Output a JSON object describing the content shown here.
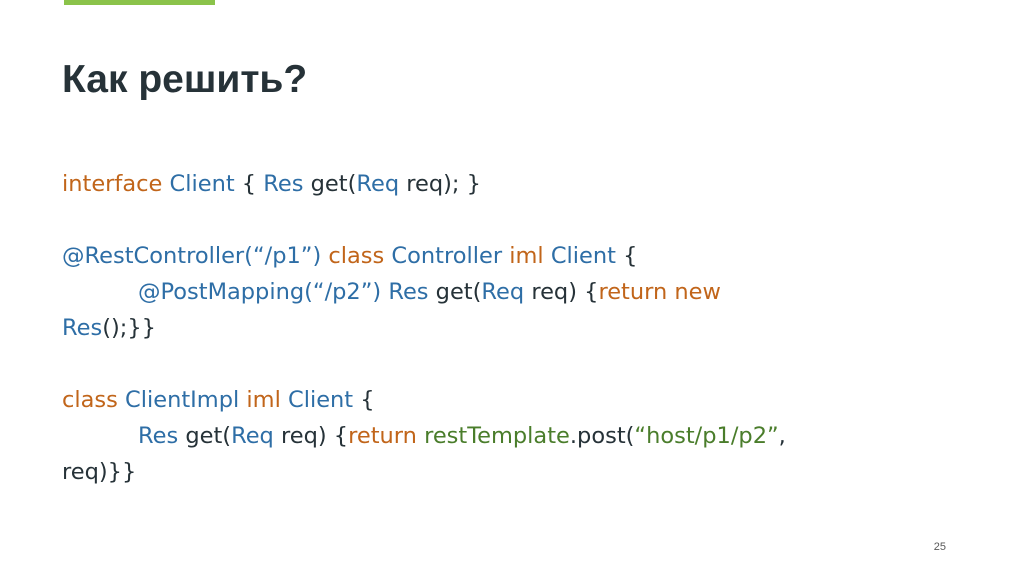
{
  "slide": {
    "title": "Как решить?",
    "page_number": "25",
    "accent_color": "#8bc34a"
  },
  "code": {
    "line1": {
      "t1": "interface",
      "t2": " Client",
      "t3": " {  ",
      "t4": "Res",
      "t5": " get(",
      "t6": "Req",
      "t7": " req); }"
    },
    "line2": {
      "t1": "@RestController(“/p1”)",
      "t2": " class",
      "t3": " Controller",
      "t4": " iml",
      "t5": " Client",
      "t6": " {"
    },
    "line3": {
      "t1": "@PostMapping(“/p2”)",
      "t2": " Res",
      "t3": " get(",
      "t4": "Req",
      "t5": " req) {",
      "t6": "return",
      "t7": " new"
    },
    "line4": {
      "t1": "Res",
      "t2": "();}}"
    },
    "line5": {
      "t1": "class",
      "t2": " ClientImpl",
      "t3": "  iml",
      "t4": " Client",
      "t5": " {"
    },
    "line6": {
      "t1": "Res",
      "t2": " get(",
      "t3": "Req",
      "t4": " req) {",
      "t5": "return",
      "t6": " restTemplate",
      "t7": ".post(",
      "t8": "“host/p1/p2”",
      "t9": ","
    },
    "line7": {
      "t1": "req)}}"
    }
  }
}
